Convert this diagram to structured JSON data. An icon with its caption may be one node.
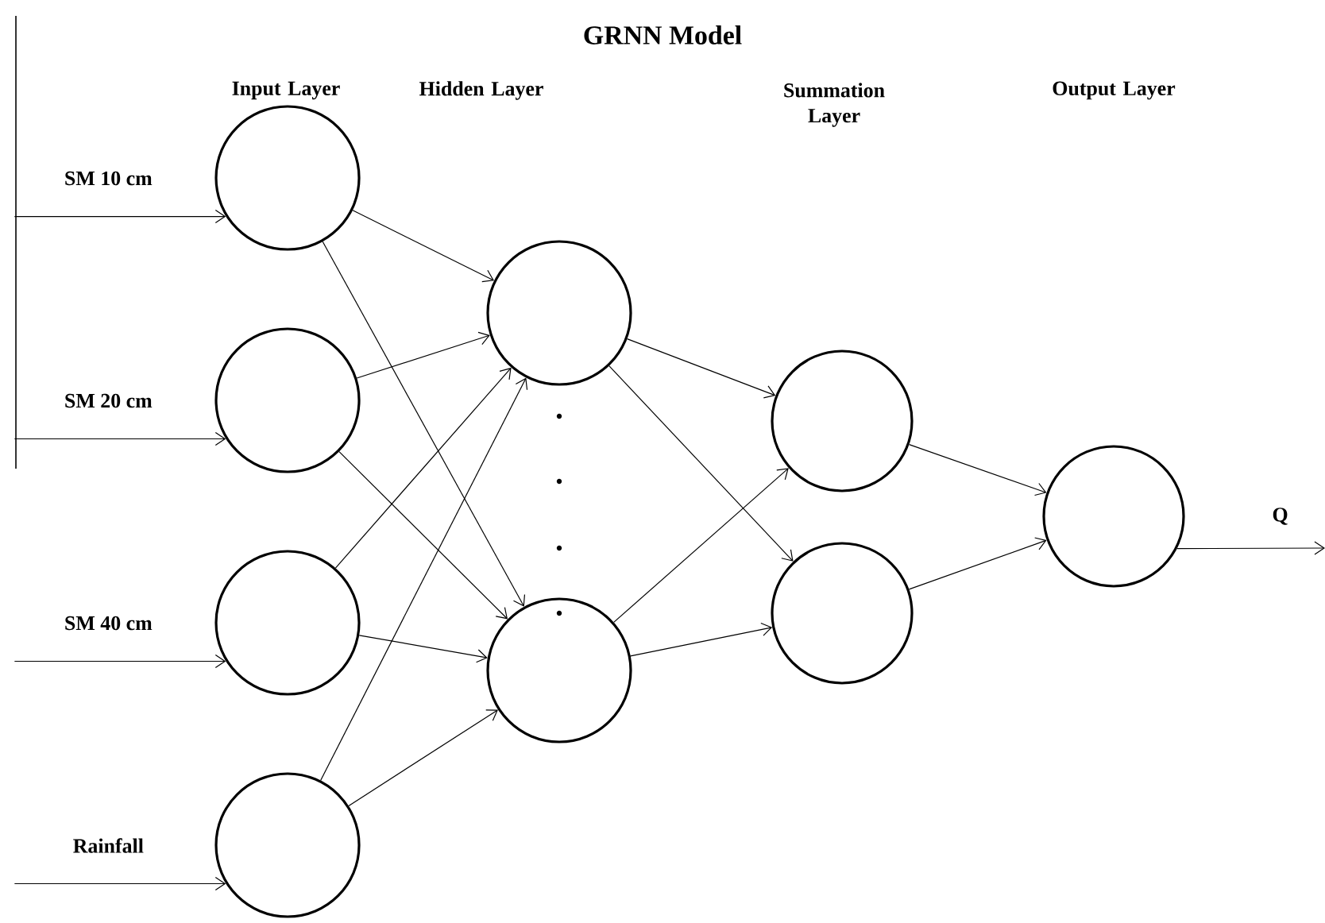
{
  "diagram": {
    "title": "GRNN Model",
    "nodes": [
      {
        "text": [],
        "shape": "circle"
      },
      {
        "text": [],
        "shape": "circle"
      },
      {
        "text": [],
        "shape": "circle"
      },
      {
        "text": [],
        "shape": "circle"
      },
      {
        "text": [],
        "shape": "circle"
      },
      {
        "text": [],
        "shape": "circle"
      },
      {
        "text": [],
        "shape": "circle"
      },
      {
        "text": [],
        "shape": "circle"
      },
      {
        "text": [],
        "shape": "circle"
      }
    ],
    "edges": [
      {
        "from": null,
        "to": 0,
        "arrow": "to",
        "label": "SM 10 cm"
      },
      {
        "from": null,
        "to": 1,
        "arrow": "to",
        "label": "SM 20 cm"
      },
      {
        "from": null,
        "to": 2,
        "arrow": "to",
        "label": "SM 40 cm"
      },
      {
        "from": null,
        "to": 3,
        "arrow": "to",
        "label": "Rainfall"
      },
      {
        "from": 0,
        "to": 4,
        "arrow": "to"
      },
      {
        "from": 0,
        "to": 5,
        "arrow": "to"
      },
      {
        "from": 1,
        "to": 4,
        "arrow": "to"
      },
      {
        "from": 1,
        "to": 5,
        "arrow": "to"
      },
      {
        "from": 2,
        "to": 4,
        "arrow": "to"
      },
      {
        "from": 2,
        "to": 5,
        "arrow": "to"
      },
      {
        "from": 3,
        "to": 4,
        "arrow": "to"
      },
      {
        "from": 3,
        "to": 5,
        "arrow": "to"
      },
      {
        "from": 4,
        "to": 6,
        "arrow": "to"
      },
      {
        "from": 4,
        "to": 7,
        "arrow": "to"
      },
      {
        "from": 5,
        "to": 6,
        "arrow": "to"
      },
      {
        "from": 5,
        "to": 7,
        "arrow": "to"
      },
      {
        "from": 6,
        "to": 8,
        "arrow": "to"
      },
      {
        "from": 7,
        "to": 8,
        "arrow": "to"
      },
      {
        "from": 8,
        "to": null,
        "arrow": "to",
        "label": "Q"
      }
    ],
    "labels": [
      "Input Layer",
      "Hidden Layer",
      "Summation Layer",
      "Output Layer"
    ]
  }
}
